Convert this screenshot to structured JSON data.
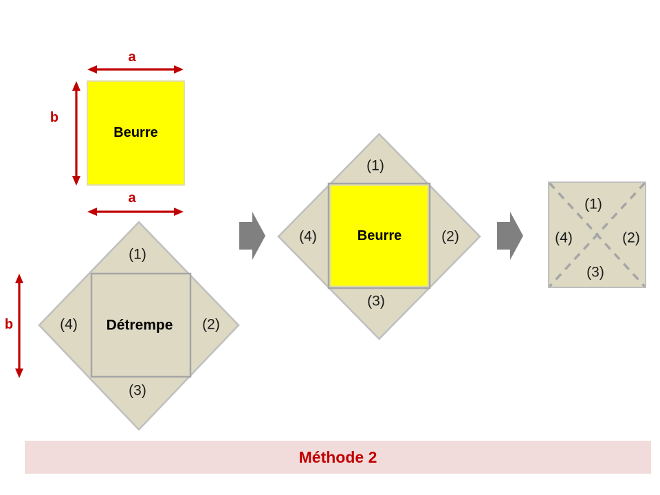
{
  "title_banner": {
    "label": "Méthode 2"
  },
  "dimensions": {
    "a": "a",
    "b": "b"
  },
  "butter_block": {
    "label": "Beurre"
  },
  "detrempe": {
    "label": "Détrempe",
    "flaps": [
      "(1)",
      "(2)",
      "(3)",
      "(4)"
    ]
  },
  "wrapping": {
    "label": "Beurre",
    "flaps": [
      "(1)",
      "(2)",
      "(3)",
      "(4)"
    ]
  },
  "folded": {
    "flaps": [
      "(1)",
      "(2)",
      "(3)",
      "(4)"
    ]
  },
  "colors": {
    "accent_red": "#C00000",
    "butter_yellow": "#FFFF00",
    "butter_border": "#E3DF9E",
    "dough_beige": "#DDD9C3",
    "outline_gray": "#BFBFBF",
    "fold_gray": "#A6A6A6",
    "step_arrow_gray": "#808080",
    "banner_pink": "#F2DCDB"
  }
}
